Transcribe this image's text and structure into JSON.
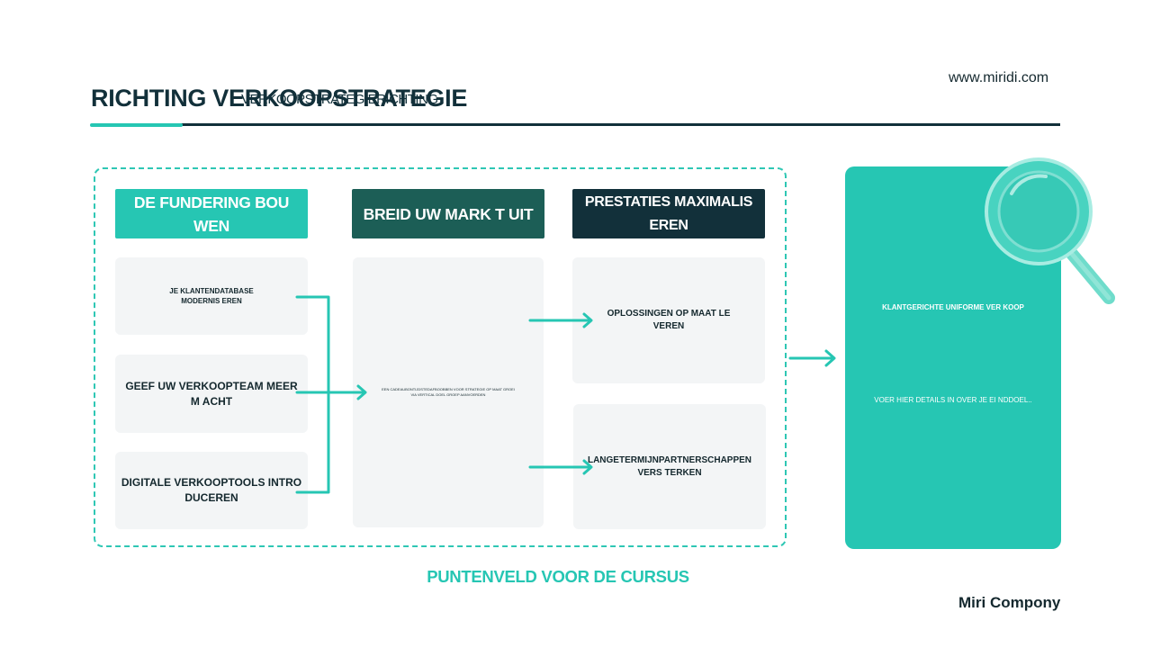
{
  "header": {
    "title": "RICHTING VERKOOPSTRATEGIE",
    "title_overlay": "VERKOOPSTRATEGIERICHTING",
    "website": "www.miridi.com"
  },
  "columns": [
    {
      "heading": "DE FUNDERING BOU WEN",
      "color": "#26c6b3",
      "cards": [
        "JE KLANTENDATABASE MODERNIS EREN",
        "GEEF UW VERKOOPTEAM MEER M ACHT",
        "DIGITALE VERKOOPTOOLS INTRO DUCEREN"
      ]
    },
    {
      "heading": "BREID UW MARK T UIT",
      "color": "#1c5e56",
      "cards": [
        "EEN CADEAUBONTIJDSTEDAFBOOBBEN VOOR STRATEGIE OP MAAT GROEI VIA VERTICAL DOEL GROEP AANVOERDEN"
      ]
    },
    {
      "heading": "PRESTATIES MAXIMALIS EREN",
      "color": "#12303a",
      "cards": [
        "OPLOSSINGEN OP MAAT LE VEREN",
        "LANGETERMIJNPARTNERSCHAPPEN VERS TERKEN"
      ]
    }
  ],
  "panel": {
    "headline": "KLANTGERICHTE UNIFORME VER KOOP",
    "details": "VOER HIER DETAILS IN OVER JE EI NDDOEL..",
    "color": "#26c6b3"
  },
  "footer": {
    "caption": "PUNTENVELD VOOR DE CURSUS",
    "company": "Miri Compony"
  },
  "icons": [
    "magnifier-icon"
  ]
}
